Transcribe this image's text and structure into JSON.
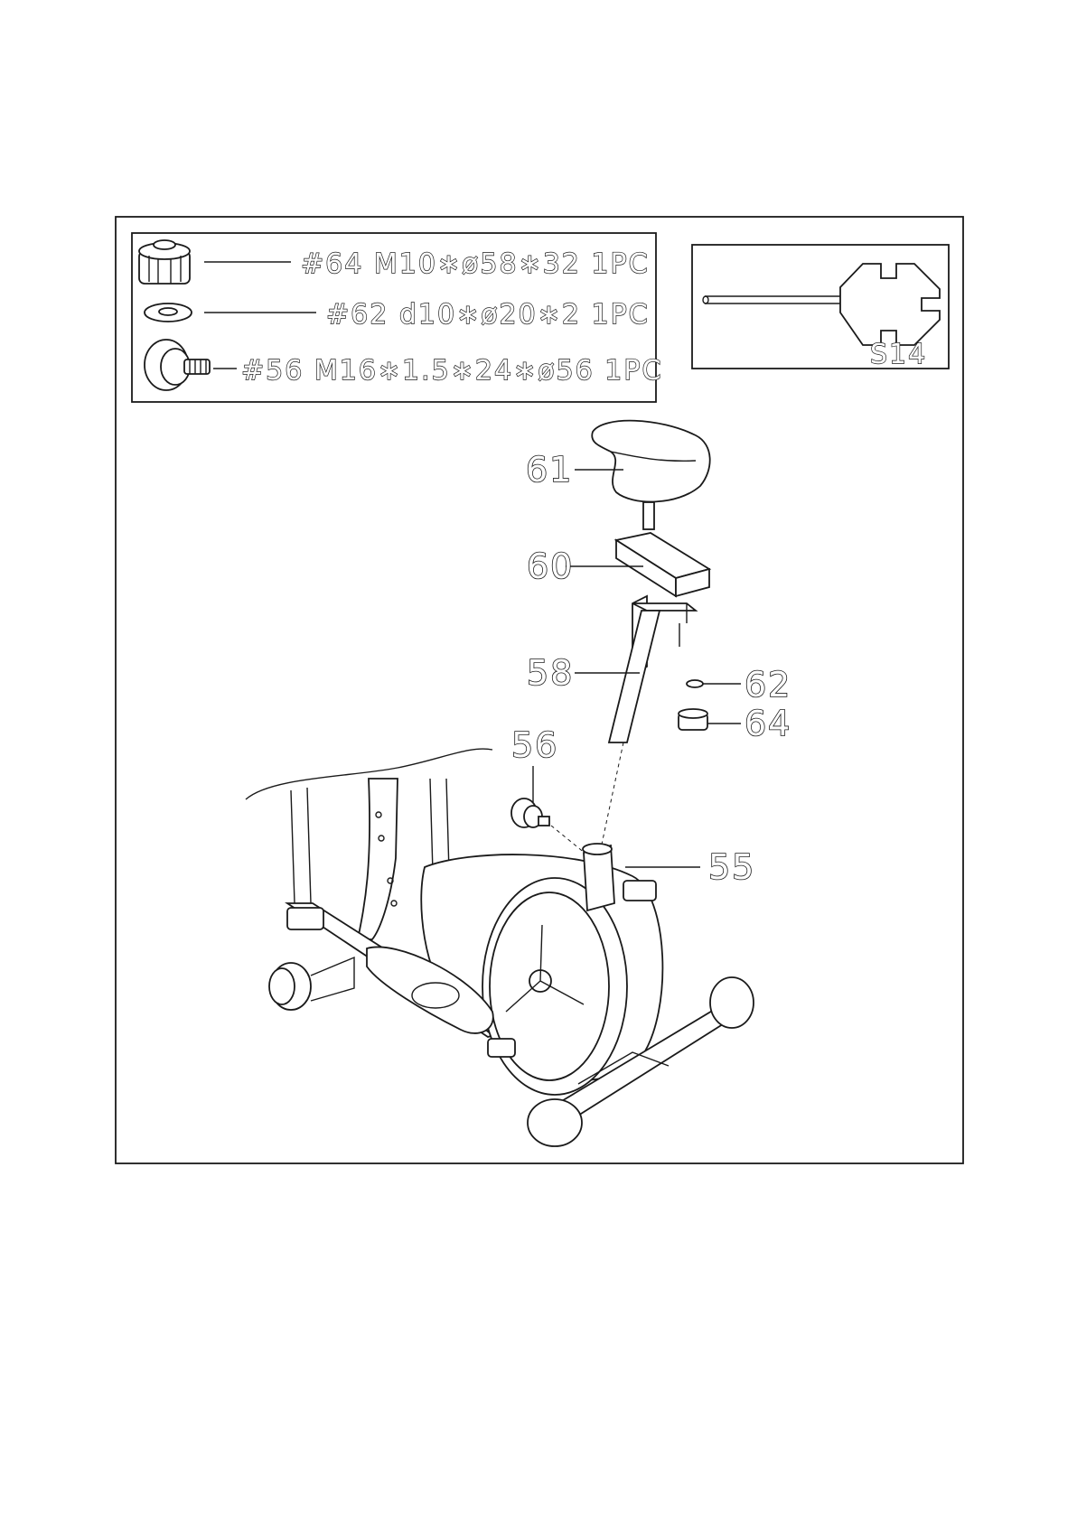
{
  "parts_list": [
    {
      "name": "knob",
      "text": "#64 M10∗ø58∗32 1PC"
    },
    {
      "name": "washer",
      "text": "#62 d10∗ø20∗2 1PC"
    },
    {
      "name": "tension-knob",
      "text": "#56 M16∗1.5∗24∗ø56 1PC"
    }
  ],
  "tool": {
    "label": "S14"
  },
  "callouts": {
    "seat": "61",
    "seat_slider": "60",
    "seat_post": "58",
    "washer": "62",
    "knob": "64",
    "tension_knob": "56",
    "frame_tube": "55"
  }
}
